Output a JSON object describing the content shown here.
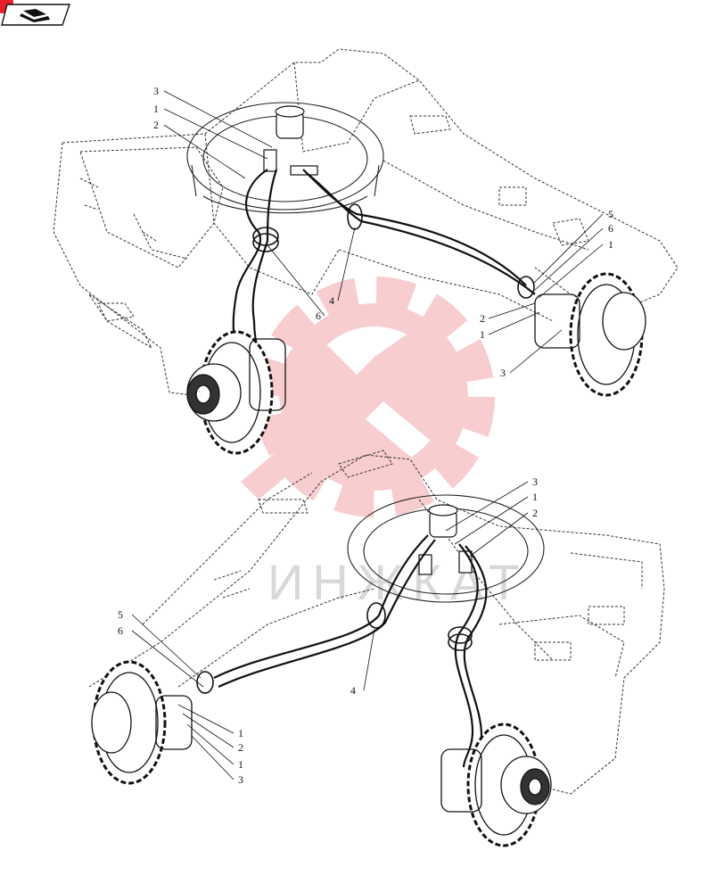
{
  "header": {
    "book_icon": "open-book-icon",
    "badge_color": "#e8202a"
  },
  "watermark": {
    "text": "ИНЖКАТ",
    "color": "#f4a5a8",
    "icon": "gear-wrench-icon"
  },
  "diagram": {
    "line_color": "#222222",
    "upper_view": {
      "callouts": [
        "3",
        "1",
        "2",
        "5",
        "6",
        "1",
        "2",
        "1",
        "3",
        "4",
        "6"
      ]
    },
    "lower_view": {
      "callouts": [
        "3",
        "1",
        "2",
        "5",
        "6",
        "1",
        "2",
        "1",
        "3",
        "4"
      ]
    }
  }
}
